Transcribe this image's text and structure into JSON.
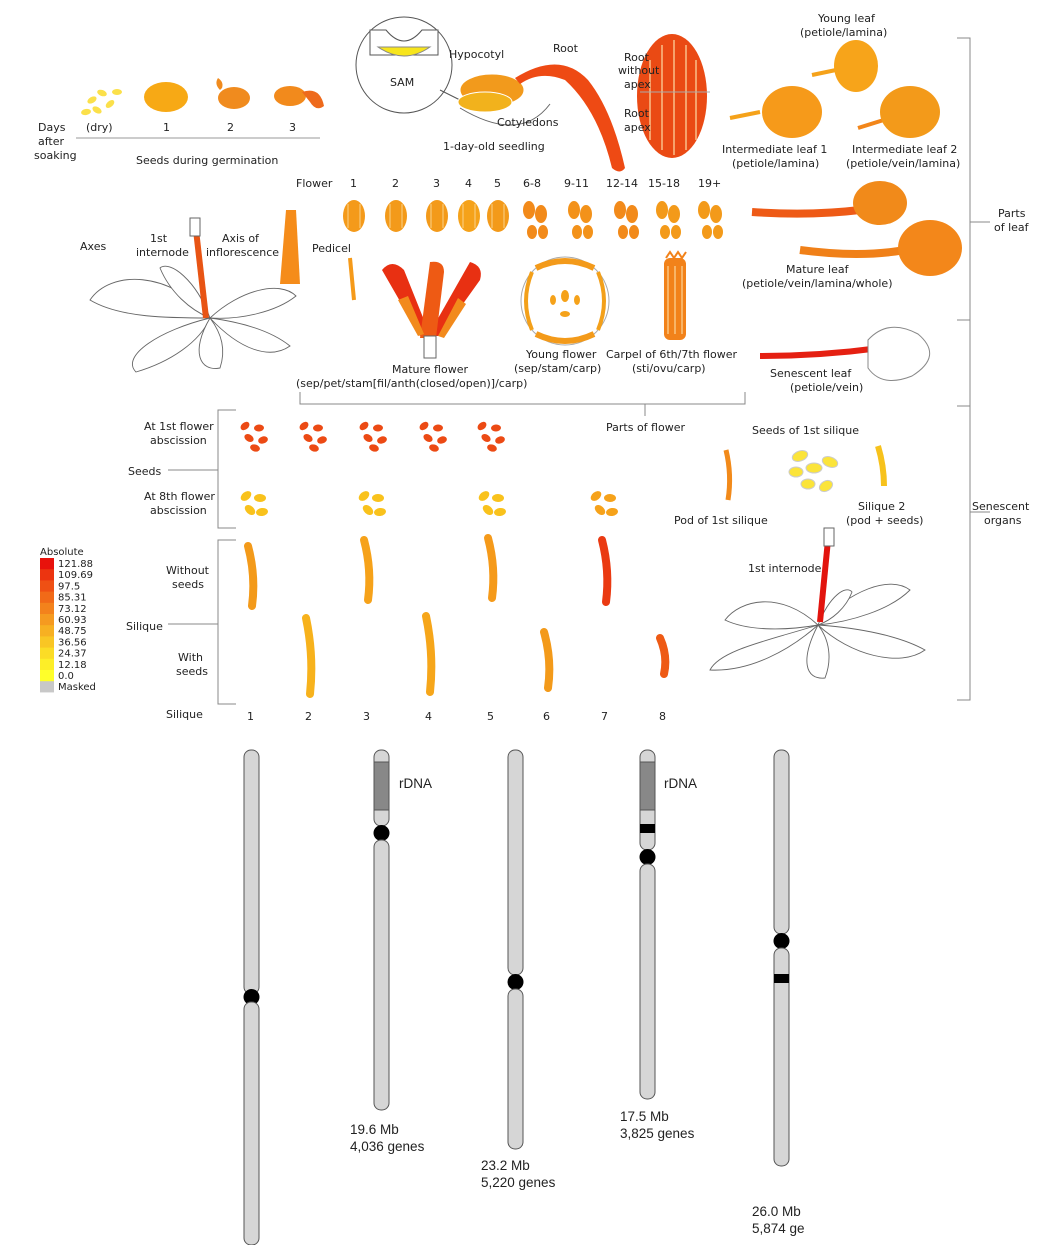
{
  "efp": {
    "germination": {
      "days_label": [
        "Days",
        "after",
        "soaking"
      ],
      "day_labels": [
        "(dry)",
        "1",
        "2",
        "3"
      ],
      "caption": "Seeds during germination"
    },
    "seedling": {
      "sam": "SAM",
      "hypocotyl": "Hypocotyl",
      "root": "Root",
      "cotyledons": "Cotyledons",
      "caption": "1-day-old seedling"
    },
    "root_apex": {
      "without_apex": [
        "Root",
        "without",
        "apex"
      ],
      "apex": [
        "Root",
        "apex"
      ]
    },
    "leaves": {
      "young": [
        "Young leaf",
        "(petiole/lamina)"
      ],
      "intermediate1": [
        "Intermediate leaf 1",
        "(petiole/lamina)"
      ],
      "intermediate2": [
        "Intermediate leaf 2",
        "(petiole/vein/lamina)"
      ],
      "mature": [
        "Mature leaf",
        "(petiole/vein/lamina/whole)"
      ],
      "senescent": [
        "Senescent leaf",
        "(petiole/vein)"
      ],
      "group": [
        "Parts",
        "of leaf"
      ]
    },
    "axes": {
      "label": "Axes",
      "first_internode": [
        "1st",
        "internode"
      ],
      "inflorescence": [
        "Axis of",
        "inflorescence"
      ],
      "pedicel": "Pedicel"
    },
    "flower": {
      "label": "Flower",
      "stages": [
        "1",
        "2",
        "3",
        "4",
        "5",
        "6-8",
        "9-11",
        "12-14",
        "15-18",
        "19+"
      ],
      "mature": [
        "Mature flower",
        "(sep/pet/stam[fil/anth(closed/open)]/carp)"
      ],
      "young": [
        "Young flower",
        "(sep/stam/carp)"
      ],
      "carpel": [
        "Carpel of 6th/7th flower",
        "(sti/ovu/carp)"
      ],
      "group": "Parts of flower"
    },
    "seeds": {
      "label": "Seeds",
      "first": [
        "At 1st flower",
        "abscission"
      ],
      "eighth": [
        "At 8th flower",
        "abscission"
      ]
    },
    "silique": {
      "label": "Silique",
      "without": [
        "Without",
        "seeds"
      ],
      "with": [
        "With",
        "seeds"
      ],
      "row_label": "Silique",
      "numbers": [
        "1",
        "2",
        "3",
        "4",
        "5",
        "6",
        "7",
        "8"
      ]
    },
    "senescent": {
      "seeds_first": "Seeds of 1st silique",
      "pod_first": "Pod of 1st silique",
      "silique2": [
        "Silique 2",
        "(pod + seeds)"
      ],
      "first_internode": "1st internode",
      "group": [
        "Senescent",
        "organs"
      ]
    },
    "legend": {
      "title": "Absolute",
      "values": [
        "121.88",
        "109.69",
        "97.5",
        "85.31",
        "73.12",
        "60.93",
        "48.75",
        "36.56",
        "24.37",
        "12.18",
        "0.0"
      ],
      "masked": "Masked",
      "colors": [
        "#e8120c",
        "#ec3410",
        "#ef5014",
        "#f16a18",
        "#f3821c",
        "#f59a20",
        "#f7b022",
        "#f9c624",
        "#fbdc26",
        "#fdee28",
        "#ffff2a"
      ],
      "masked_color": "#c8c8c8"
    }
  },
  "chromosomes": {
    "rdna_label": "rDNA",
    "items": [
      {
        "size": "",
        "genes": ""
      },
      {
        "size": "19.6 Mb",
        "genes": "4,036 genes"
      },
      {
        "size": "23.2 Mb",
        "genes": "5,220 genes"
      },
      {
        "size": "17.5 Mb",
        "genes": "3,825 genes"
      },
      {
        "size": "26.0 Mb",
        "genes": "5,874 ge"
      }
    ]
  }
}
